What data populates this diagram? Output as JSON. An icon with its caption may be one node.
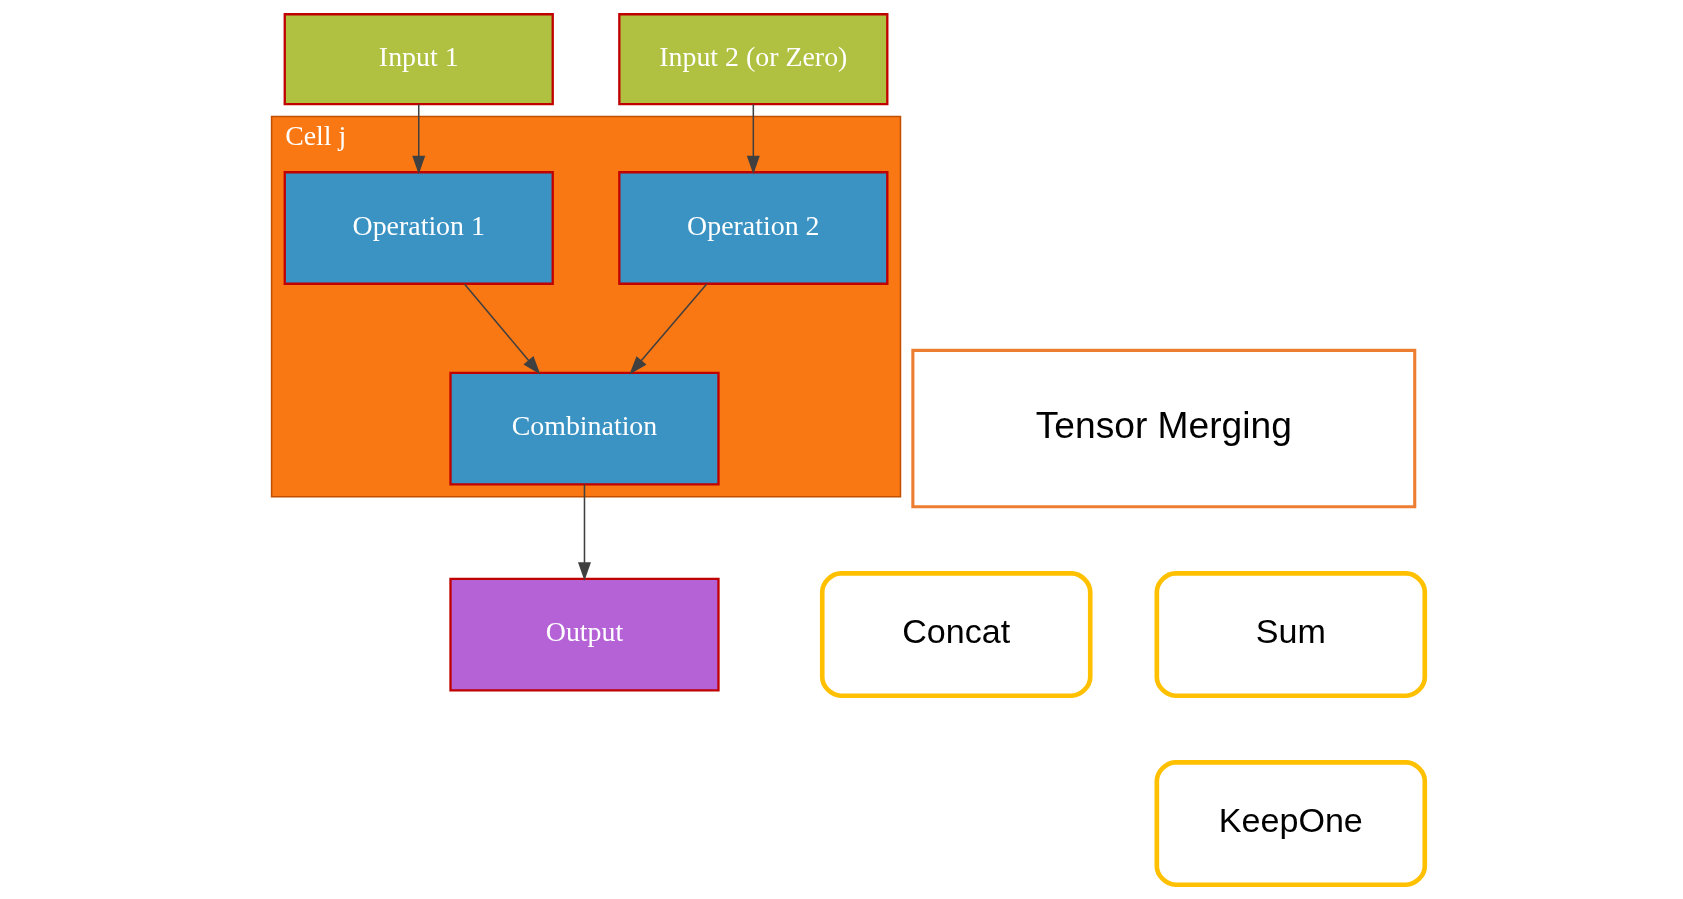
{
  "diagram": {
    "nodes": [
      {
        "text": [
          "Cell j"
        ]
      },
      {
        "text": [
          "Input 1"
        ]
      },
      {
        "text": [
          "Input 2 (or Zero)"
        ]
      },
      {
        "text": [
          "Operation 1"
        ],
        "in": 0
      },
      {
        "text": [
          "Operation 2"
        ],
        "in": 0
      },
      {
        "text": [
          "Combination"
        ],
        "in": 0
      },
      {
        "text": [
          "Output"
        ]
      },
      {
        "text": [
          "Tensor Merging"
        ]
      },
      {
        "text": [
          "Concat"
        ]
      },
      {
        "text": [
          "Sum"
        ]
      },
      {
        "text": [
          "KeepOne"
        ]
      }
    ],
    "edges": [
      {
        "from": 1,
        "to": 3,
        "arrow": "to"
      },
      {
        "from": 2,
        "to": 4,
        "arrow": "to"
      },
      {
        "from": 3,
        "to": 5,
        "arrow": "to"
      },
      {
        "from": 4,
        "to": 5,
        "arrow": "to"
      },
      {
        "from": 5,
        "to": 6,
        "arrow": "to"
      }
    ]
  }
}
